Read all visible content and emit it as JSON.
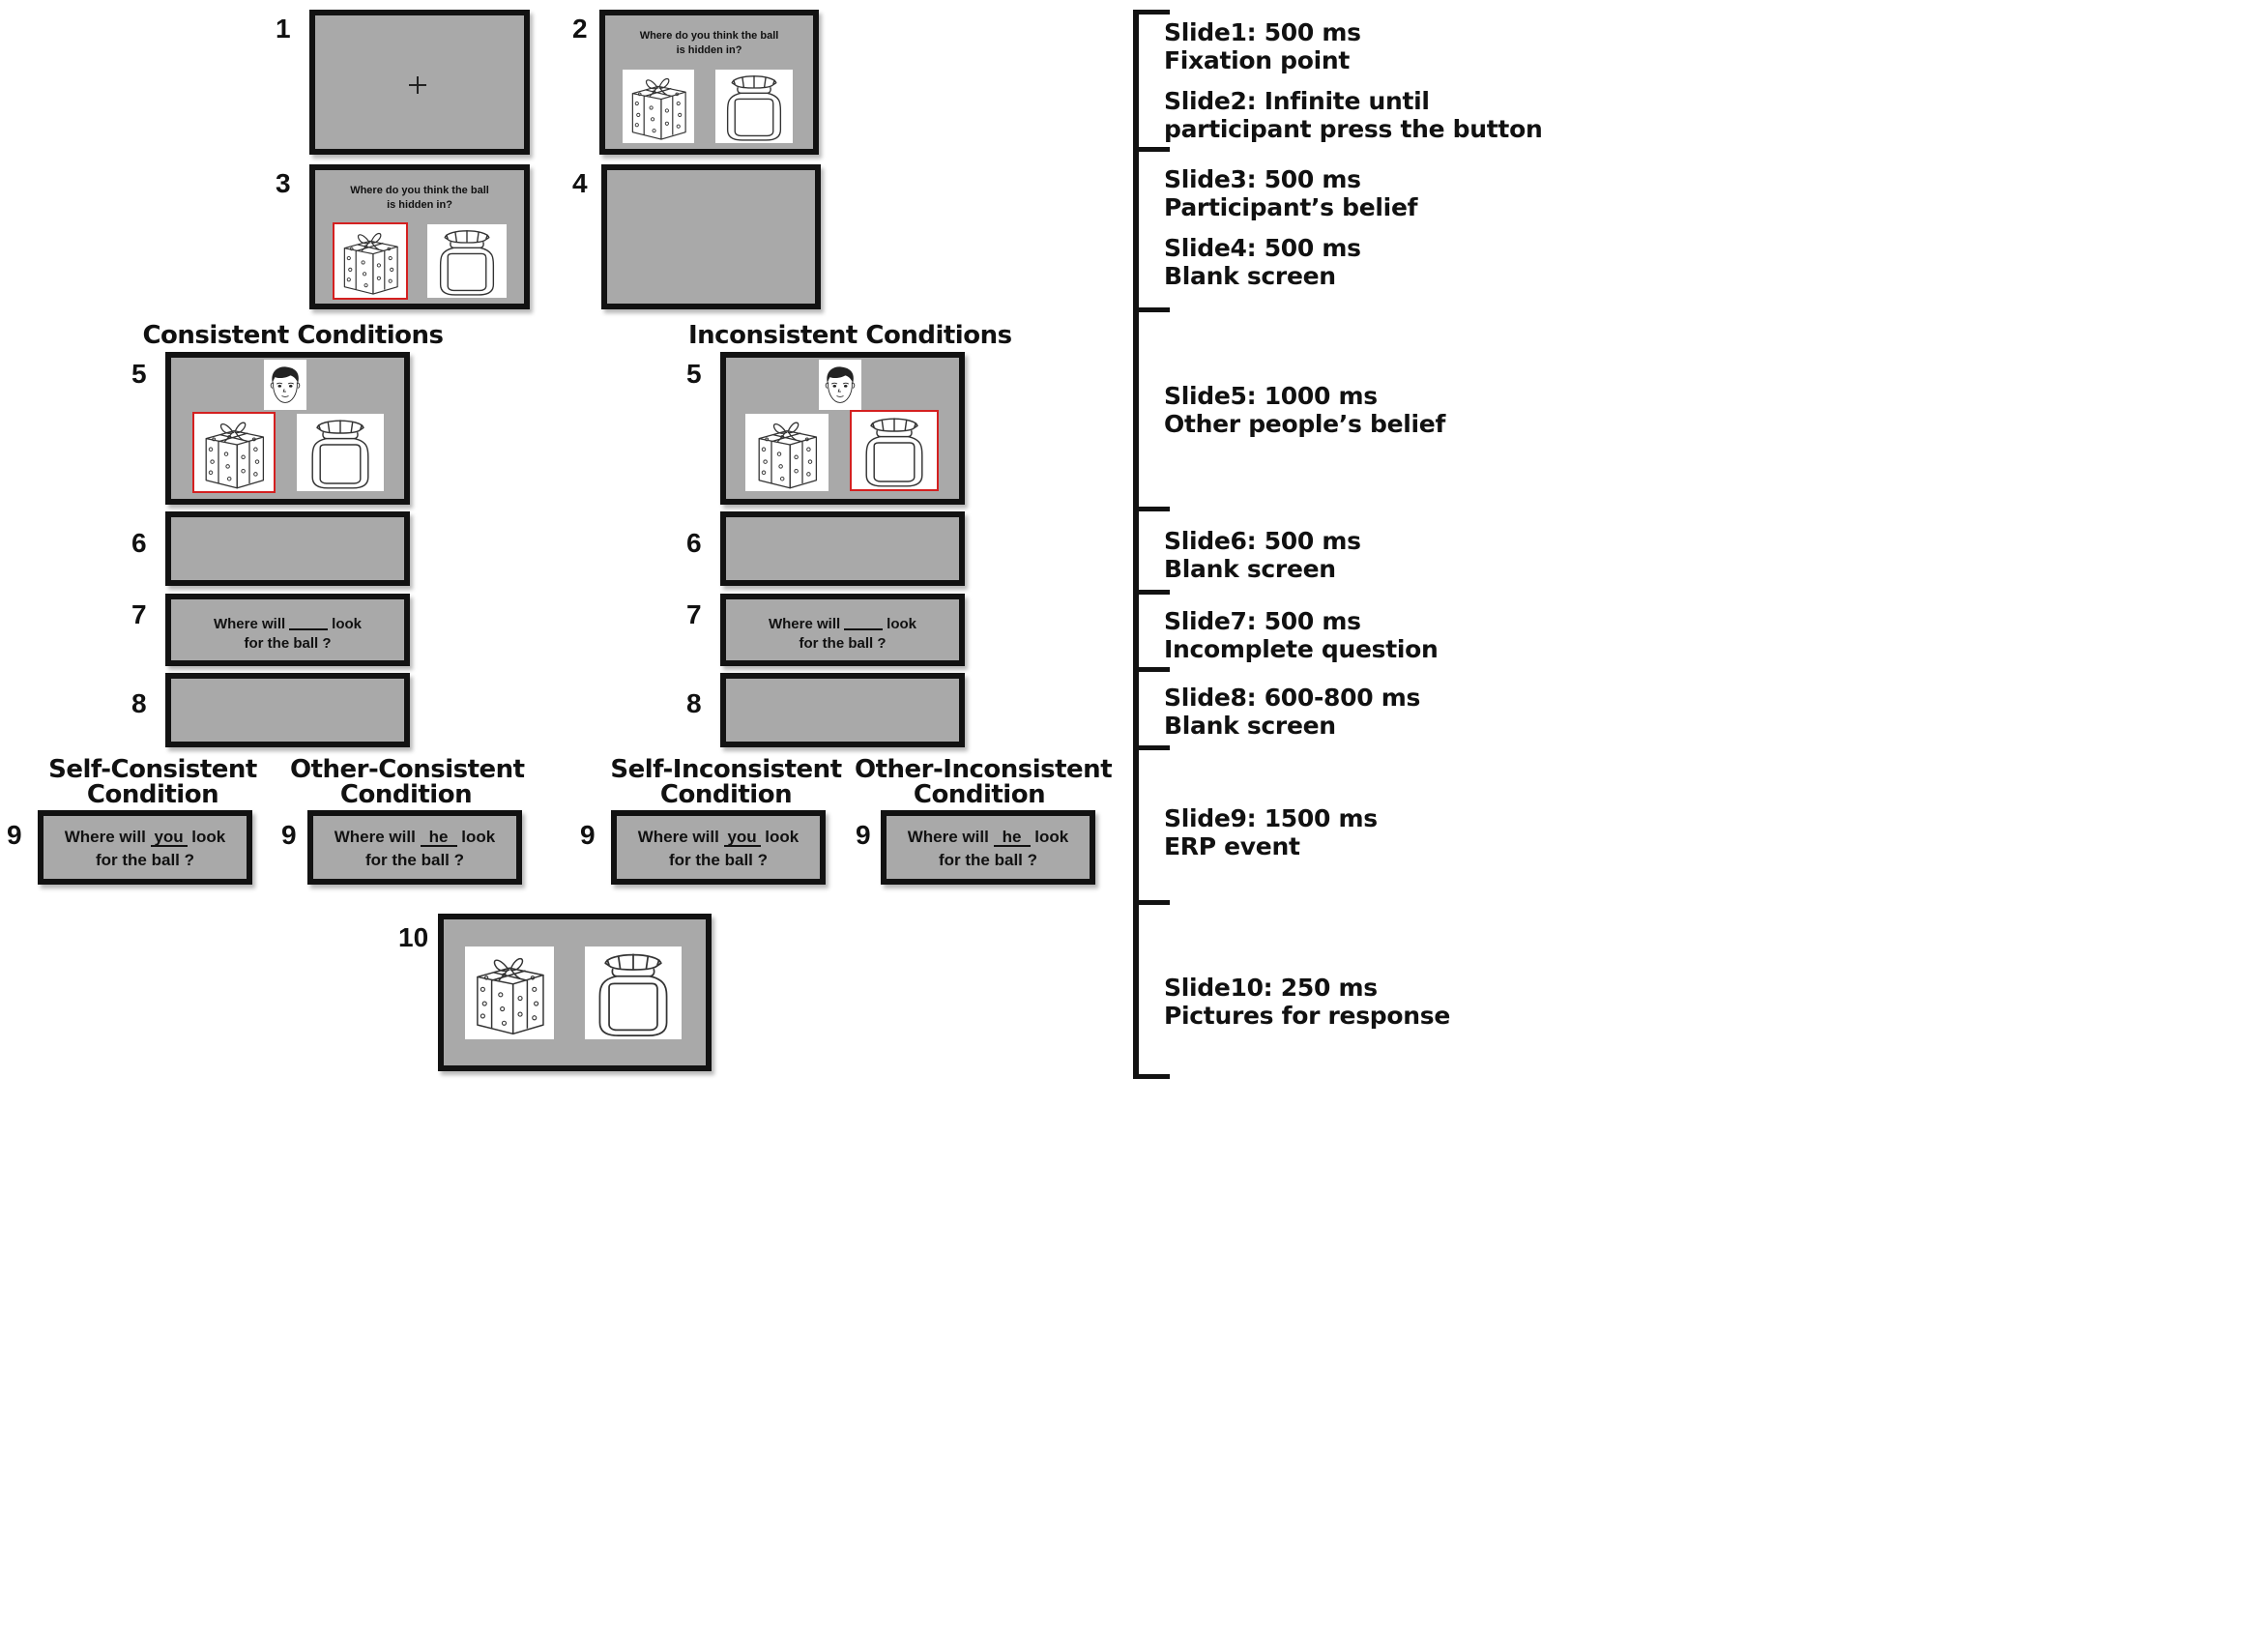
{
  "slide_numbers": {
    "s1": "1",
    "s2": "2",
    "s3": "3",
    "s4": "4",
    "c5": "5",
    "c6": "6",
    "c7": "7",
    "c8": "8",
    "i5": "5",
    "i6": "6",
    "i7": "7",
    "i8": "8",
    "n9a": "9",
    "n9b": "9",
    "n9c": "9",
    "n9d": "9",
    "s10": "10"
  },
  "prompt": {
    "line1": "Where do you think the ball",
    "line2": "is hidden in?"
  },
  "headings": {
    "consistent": "Consistent Conditions",
    "inconsistent": "Inconsistent Conditions",
    "self_consistent": [
      "Self-Consistent",
      "Condition"
    ],
    "other_consistent": [
      "Other-Consistent",
      "Condition"
    ],
    "self_inconsistent": [
      "Self-Inconsistent",
      "Condition"
    ],
    "other_inconsistent": [
      "Other-Inconsistent",
      "Condition"
    ]
  },
  "incomplete_question": {
    "before": "Where will",
    "after": "look",
    "line2": "for the ball ?"
  },
  "questions": {
    "you": {
      "before": "Where will",
      "word": "you",
      "after": "look",
      "line2": "for the ball ?"
    },
    "he": {
      "before": "Where will",
      "word": "he",
      "after": "look",
      "line2": "for the ball ?"
    }
  },
  "timeline": [
    {
      "id": "t1",
      "line1": "Slide1: 500 ms",
      "line2": "Fixation point"
    },
    {
      "id": "t2",
      "line1": "Slide2: Infinite until",
      "line2": "participant press the button"
    },
    {
      "id": "t3",
      "line1": "Slide3: 500 ms",
      "line2": "Participant’s belief"
    },
    {
      "id": "t4",
      "line1": "Slide4: 500 ms",
      "line2": "Blank screen"
    },
    {
      "id": "t5",
      "line1": "Slide5: 1000 ms",
      "line2": "Other people’s belief"
    },
    {
      "id": "t6",
      "line1": "Slide6: 500 ms",
      "line2": "Blank screen"
    },
    {
      "id": "t7",
      "line1": "Slide7: 500 ms",
      "line2": "Incomplete question"
    },
    {
      "id": "t8",
      "line1": "Slide8: 600-800 ms",
      "line2": "Blank screen"
    },
    {
      "id": "t9",
      "line1": "Slide9: 1500 ms",
      "line2": "ERP event"
    },
    {
      "id": "t10",
      "line1": "Slide10: 250 ms",
      "line2": "Pictures for  response"
    }
  ],
  "colors": {
    "slide_bg": "#a9a9a9",
    "frame": "#121212",
    "highlight": "#d42020"
  },
  "icons": [
    "fixation-cross-icon",
    "gift-box-icon",
    "jar-icon",
    "boy-face-icon"
  ]
}
